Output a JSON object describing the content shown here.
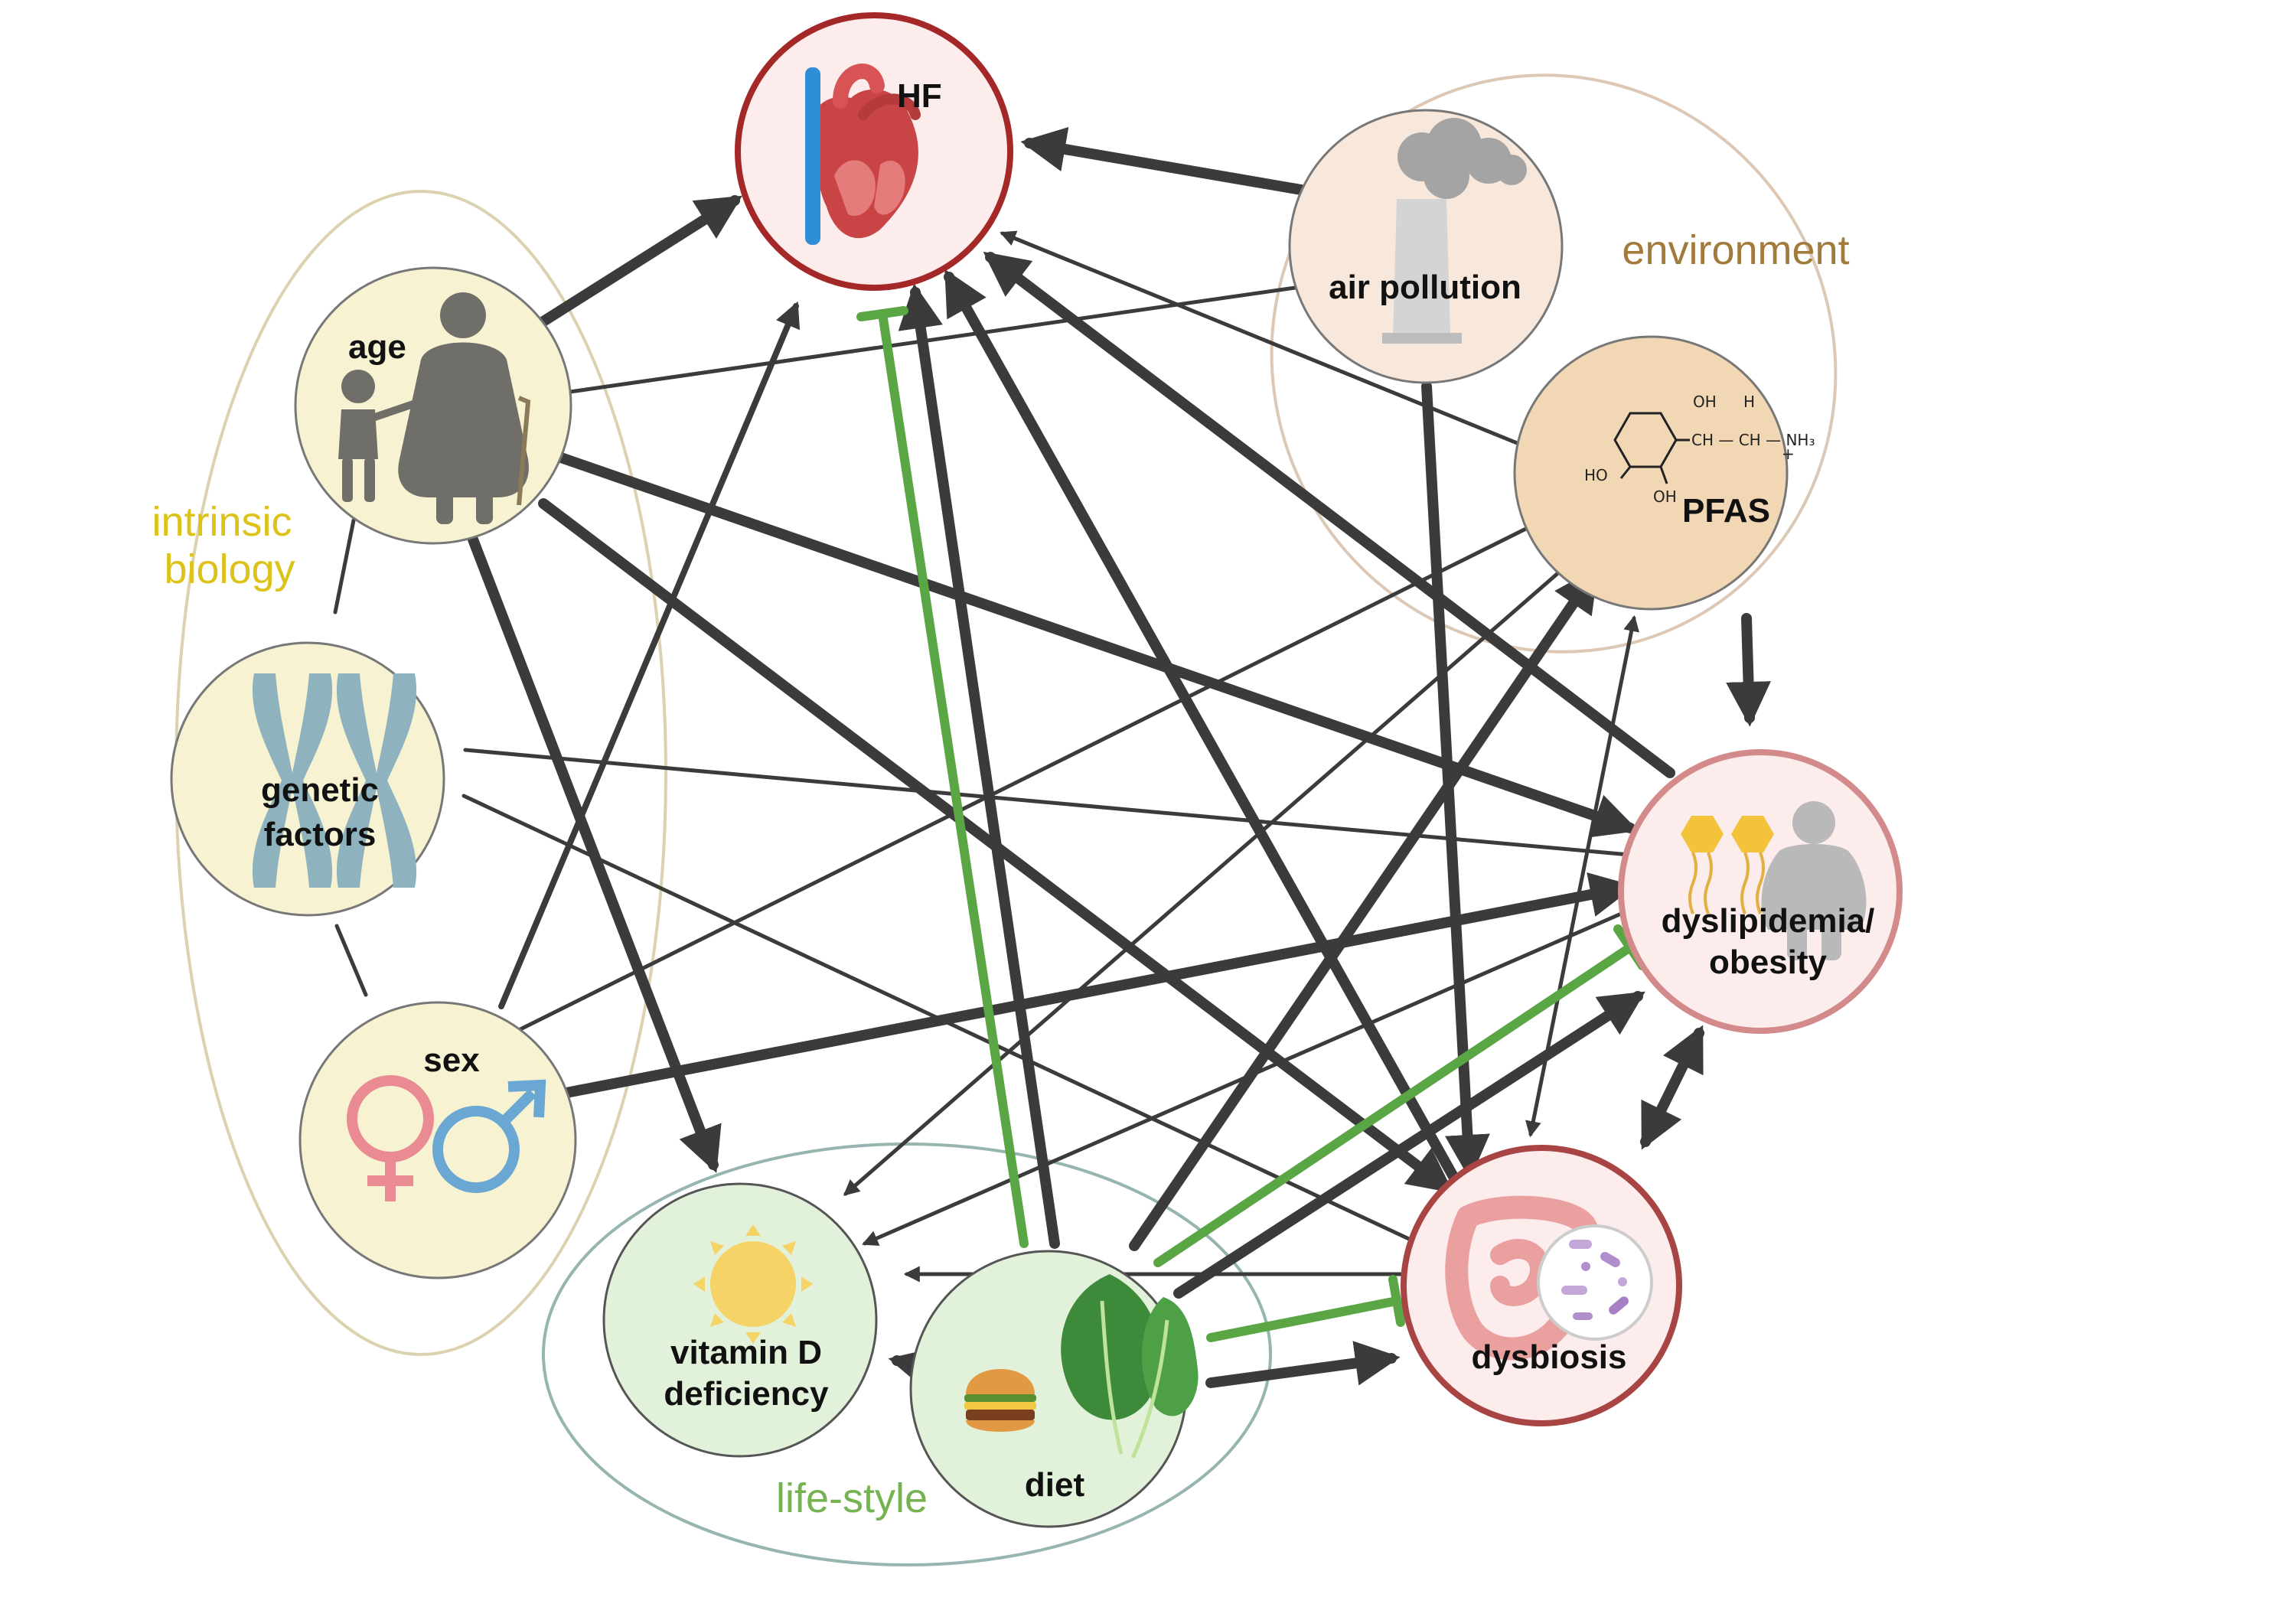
{
  "colors": {
    "arrow": "#3b3b3b",
    "inhibit": "#5aa544",
    "intrinsic": "#dcc219",
    "environment": "#a27a3c",
    "lifestyle": "#75b352"
  },
  "groups": {
    "intrinsic": {
      "label_line1": "intrinsic",
      "label_line2": "biology"
    },
    "environment": {
      "label": "environment"
    },
    "lifestyle": {
      "label": "life-style"
    }
  },
  "nodes": {
    "hf": {
      "label": "HF",
      "icon": "heart-icon"
    },
    "age": {
      "label": "age",
      "icon": "elderly-with-child-icon"
    },
    "genetic": {
      "label_line1": "genetic",
      "label_line2": "factors",
      "icon": "chromosome-icon"
    },
    "sex": {
      "label": "sex",
      "icon": "gender-symbols-icon"
    },
    "air": {
      "label": "air pollution",
      "icon": "factory-chimney-icon"
    },
    "pfas": {
      "label": "PFAS",
      "icon": "chemical-structure-icon",
      "chem": {
        "oh_top": "OH",
        "h_top": "H",
        "chain": "CH — CH — NH₃",
        "plus": "+",
        "ho": "HO",
        "oh_bottom": "OH"
      }
    },
    "dyslip": {
      "label_line1": "dyslipidemia/",
      "label_line2": "obesity",
      "icon": "lipid-obese-person-icon"
    },
    "dysbiosis": {
      "label": "dysbiosis",
      "icon": "intestine-bacteria-icon"
    },
    "vitd": {
      "label_line1": "vitamin D",
      "label_line2": "deficiency",
      "icon": "sun-icon"
    },
    "diet": {
      "label": "diet",
      "icon": "burger-spinach-icon"
    }
  }
}
